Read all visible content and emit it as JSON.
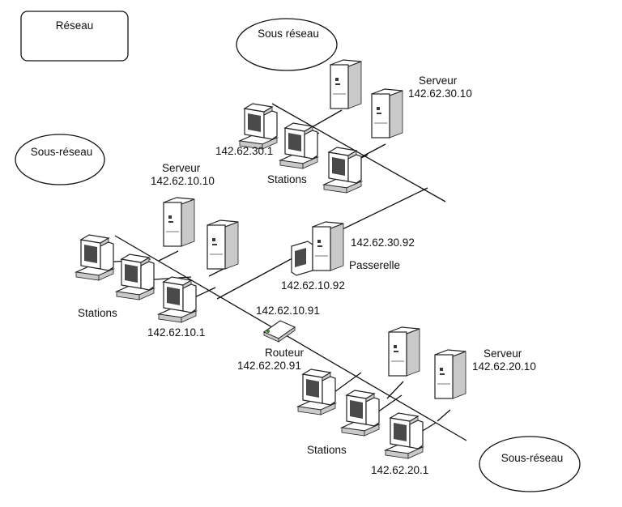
{
  "legend": {
    "network_label": "Réseau",
    "subnet_label": "Sous-réseau"
  },
  "subnets": {
    "top_label": "Sous réseau",
    "left_label": "Sous-réseau",
    "bottom_label": "Sous-réseau"
  },
  "servers": {
    "top": {
      "title": "Serveur",
      "ip": "142.62.30.10"
    },
    "left": {
      "title": "Serveur",
      "ip": "142.62.10.10"
    },
    "bottom": {
      "title": "Serveur",
      "ip": "142.62.20.10"
    }
  },
  "stations": {
    "top": {
      "label": "Stations",
      "ip": "142.62.30.1"
    },
    "left": {
      "label": "Stations",
      "ip": "142.62.10.1"
    },
    "bottom": {
      "label": "Stations",
      "ip": "142.62.20.1"
    }
  },
  "gateway": {
    "label": "Passerelle",
    "ip_upper": "142.62.30.92",
    "ip_lower": "142.62.10.92"
  },
  "router": {
    "label": "Routeur",
    "ip_upper": "142.62.10.91",
    "ip_lower": "142.62.20.91"
  }
}
